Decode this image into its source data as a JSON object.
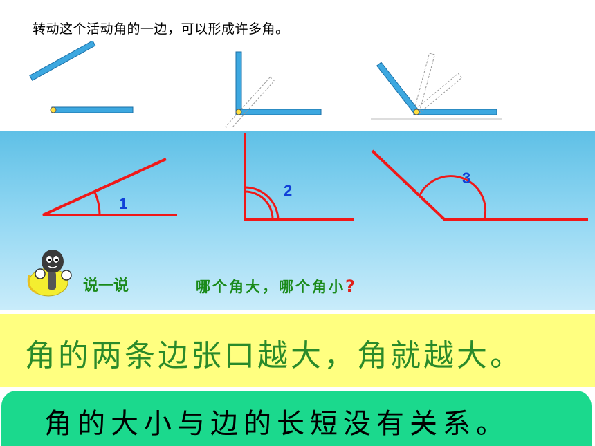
{
  "intro_text": "转动这个活动角的一边，可以形成许多角。",
  "angle_labels": [
    "1",
    "2",
    "3"
  ],
  "say_label": "说一说",
  "question": "哪个角大，哪个角小",
  "question_mark": "?",
  "rule_1": "角的两条边张口越大，角就越大。",
  "rule_2": "角的大小与边的长短没有关系。",
  "colors": {
    "ray_blue": "#3da8e0",
    "angle_red": "#f01818",
    "label_blue": "#1040d8",
    "text_green": "#1a8a1a",
    "band_yellow": "#ffff80",
    "band_green": "#1bd98d"
  }
}
